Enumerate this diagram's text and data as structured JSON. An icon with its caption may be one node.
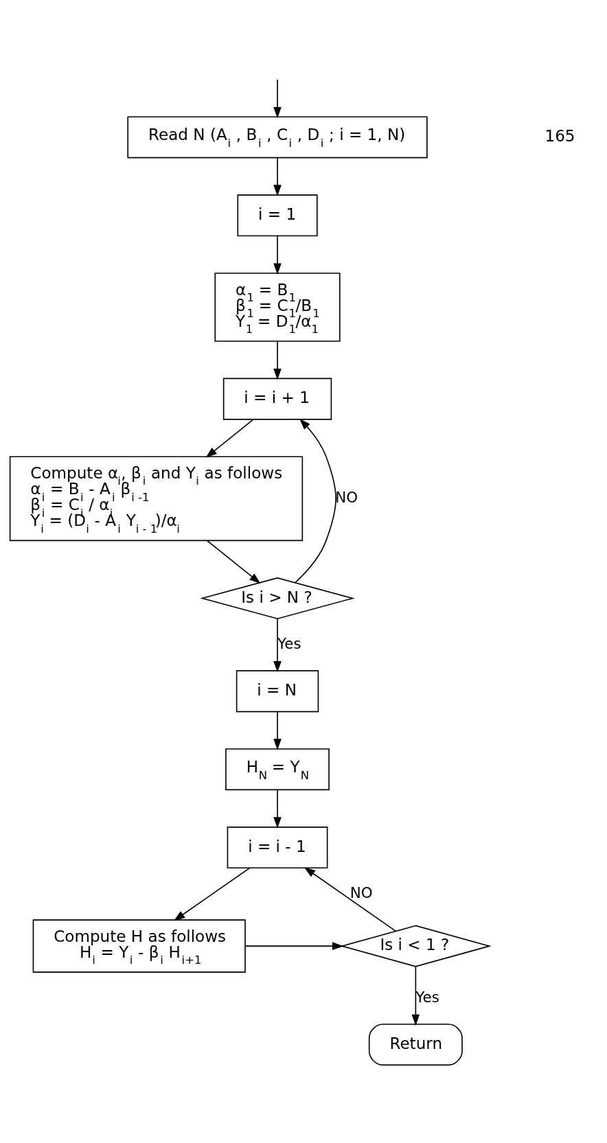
{
  "diagram": {
    "nodes": [
      {
        "text": [
          "Read N (A$_{i}$ , B$_{i}$ , C$_{i}$ , D$_{i}$ ; i = 1, N)"
        ]
      },
      {
        "text": [
          "i = 1"
        ]
      },
      {
        "text": [
          "α$_{1}$ = B$_{1}$",
          "β$_{1}$ = C$_{1}$/B$_{1}$",
          "Y$_{1}$ = D$_{1}$/α$_{1}$"
        ]
      },
      {
        "text": [
          "i = i + 1"
        ]
      },
      {
        "text": [
          "Compute α$_{i}$, β$_{i}$ and Y$_{i}$ as follows",
          "α$_{i}$ = B$_{i}$ - A$_{i}$ β$_{i -1}$",
          "β$_{i}$ = C$_{i}$ / α$_{i}$",
          "Y$_{i}$ = (D$_{i}$ - A$_{i}$ Y$_{i - 1}$)/α$_{i}$"
        ]
      },
      {
        "text": [
          "Is i > N ?"
        ]
      },
      {
        "text": [
          "i = N"
        ]
      },
      {
        "text": [
          "H$_{N}$ = Y$_{N}$"
        ]
      },
      {
        "text": [
          "i = i - 1"
        ]
      },
      {
        "text": [
          "Compute H as follows",
          "H$_{i}$ = Y$_{i}$ - β$_{i}$ H$_{i+1}$"
        ]
      },
      {
        "text": [
          "Is i < 1 ?"
        ]
      },
      {
        "text": [
          "Return"
        ]
      }
    ],
    "edges": [
      {
        "from": null,
        "to": 0,
        "arrow": "to"
      },
      {
        "from": 0,
        "to": 1,
        "arrow": "to"
      },
      {
        "from": 1,
        "to": 2,
        "arrow": "to"
      },
      {
        "from": 2,
        "to": 3,
        "arrow": "to"
      },
      {
        "from": 3,
        "to": 4,
        "arrow": "to"
      },
      {
        "from": 4,
        "to": 5,
        "arrow": "to"
      },
      {
        "from": 5,
        "to": 3,
        "arrow": "to",
        "label": "NO"
      },
      {
        "from": 5,
        "to": 6,
        "arrow": "to",
        "label": "Yes"
      },
      {
        "from": 6,
        "to": 7,
        "arrow": "to"
      },
      {
        "from": 7,
        "to": 8,
        "arrow": "to"
      },
      {
        "from": 8,
        "to": 9,
        "arrow": "to"
      },
      {
        "from": 9,
        "to": 10,
        "arrow": "to"
      },
      {
        "from": 10,
        "to": 8,
        "arrow": "to",
        "label": "NO"
      },
      {
        "from": 10,
        "to": 11,
        "arrow": "to",
        "label": "Yes"
      }
    ],
    "labels": [
      "165"
    ]
  }
}
